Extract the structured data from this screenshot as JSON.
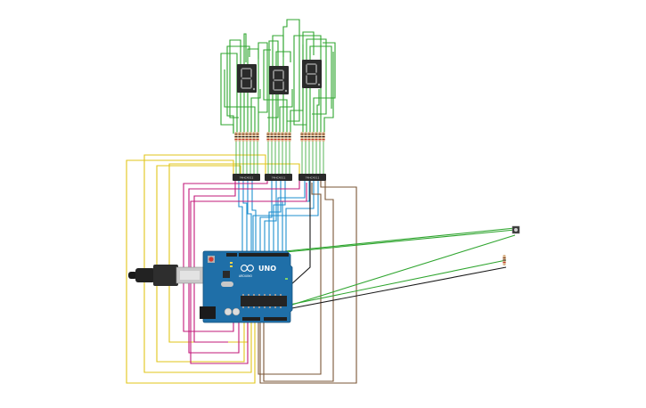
{
  "canvas": {
    "background": "#ffffff"
  },
  "colors": {
    "wire_green": "#2fa52f",
    "wire_blue": "#1e8fcf",
    "wire_yellow": "#e2c51a",
    "wire_magenta": "#c2187a",
    "wire_brown": "#7a5535",
    "wire_black": "#1a1a1a",
    "board_blue": "#1f6fa8",
    "chip_dark": "#2a2a2a",
    "display_body": "#2b2b2b",
    "display_segment": "#9a9a9a",
    "resistor_body": "#d9b48a"
  },
  "components": {
    "displays": [
      {
        "name": "seven-segment-display",
        "digit": "8."
      },
      {
        "name": "seven-segment-display",
        "digit": "8."
      },
      {
        "name": "seven-segment-display",
        "digit": "8."
      }
    ],
    "decoder_chips": [
      {
        "label": "74HC4511"
      },
      {
        "label": "74HC4511"
      },
      {
        "label": "74HC4511"
      }
    ],
    "board": {
      "name": "Arduino Uno",
      "logo_text": "UNO",
      "brand_text": "ARDUINO"
    },
    "pushbutton": {
      "name": "pushbutton"
    },
    "pull_resistor": {
      "name": "resistor"
    }
  }
}
